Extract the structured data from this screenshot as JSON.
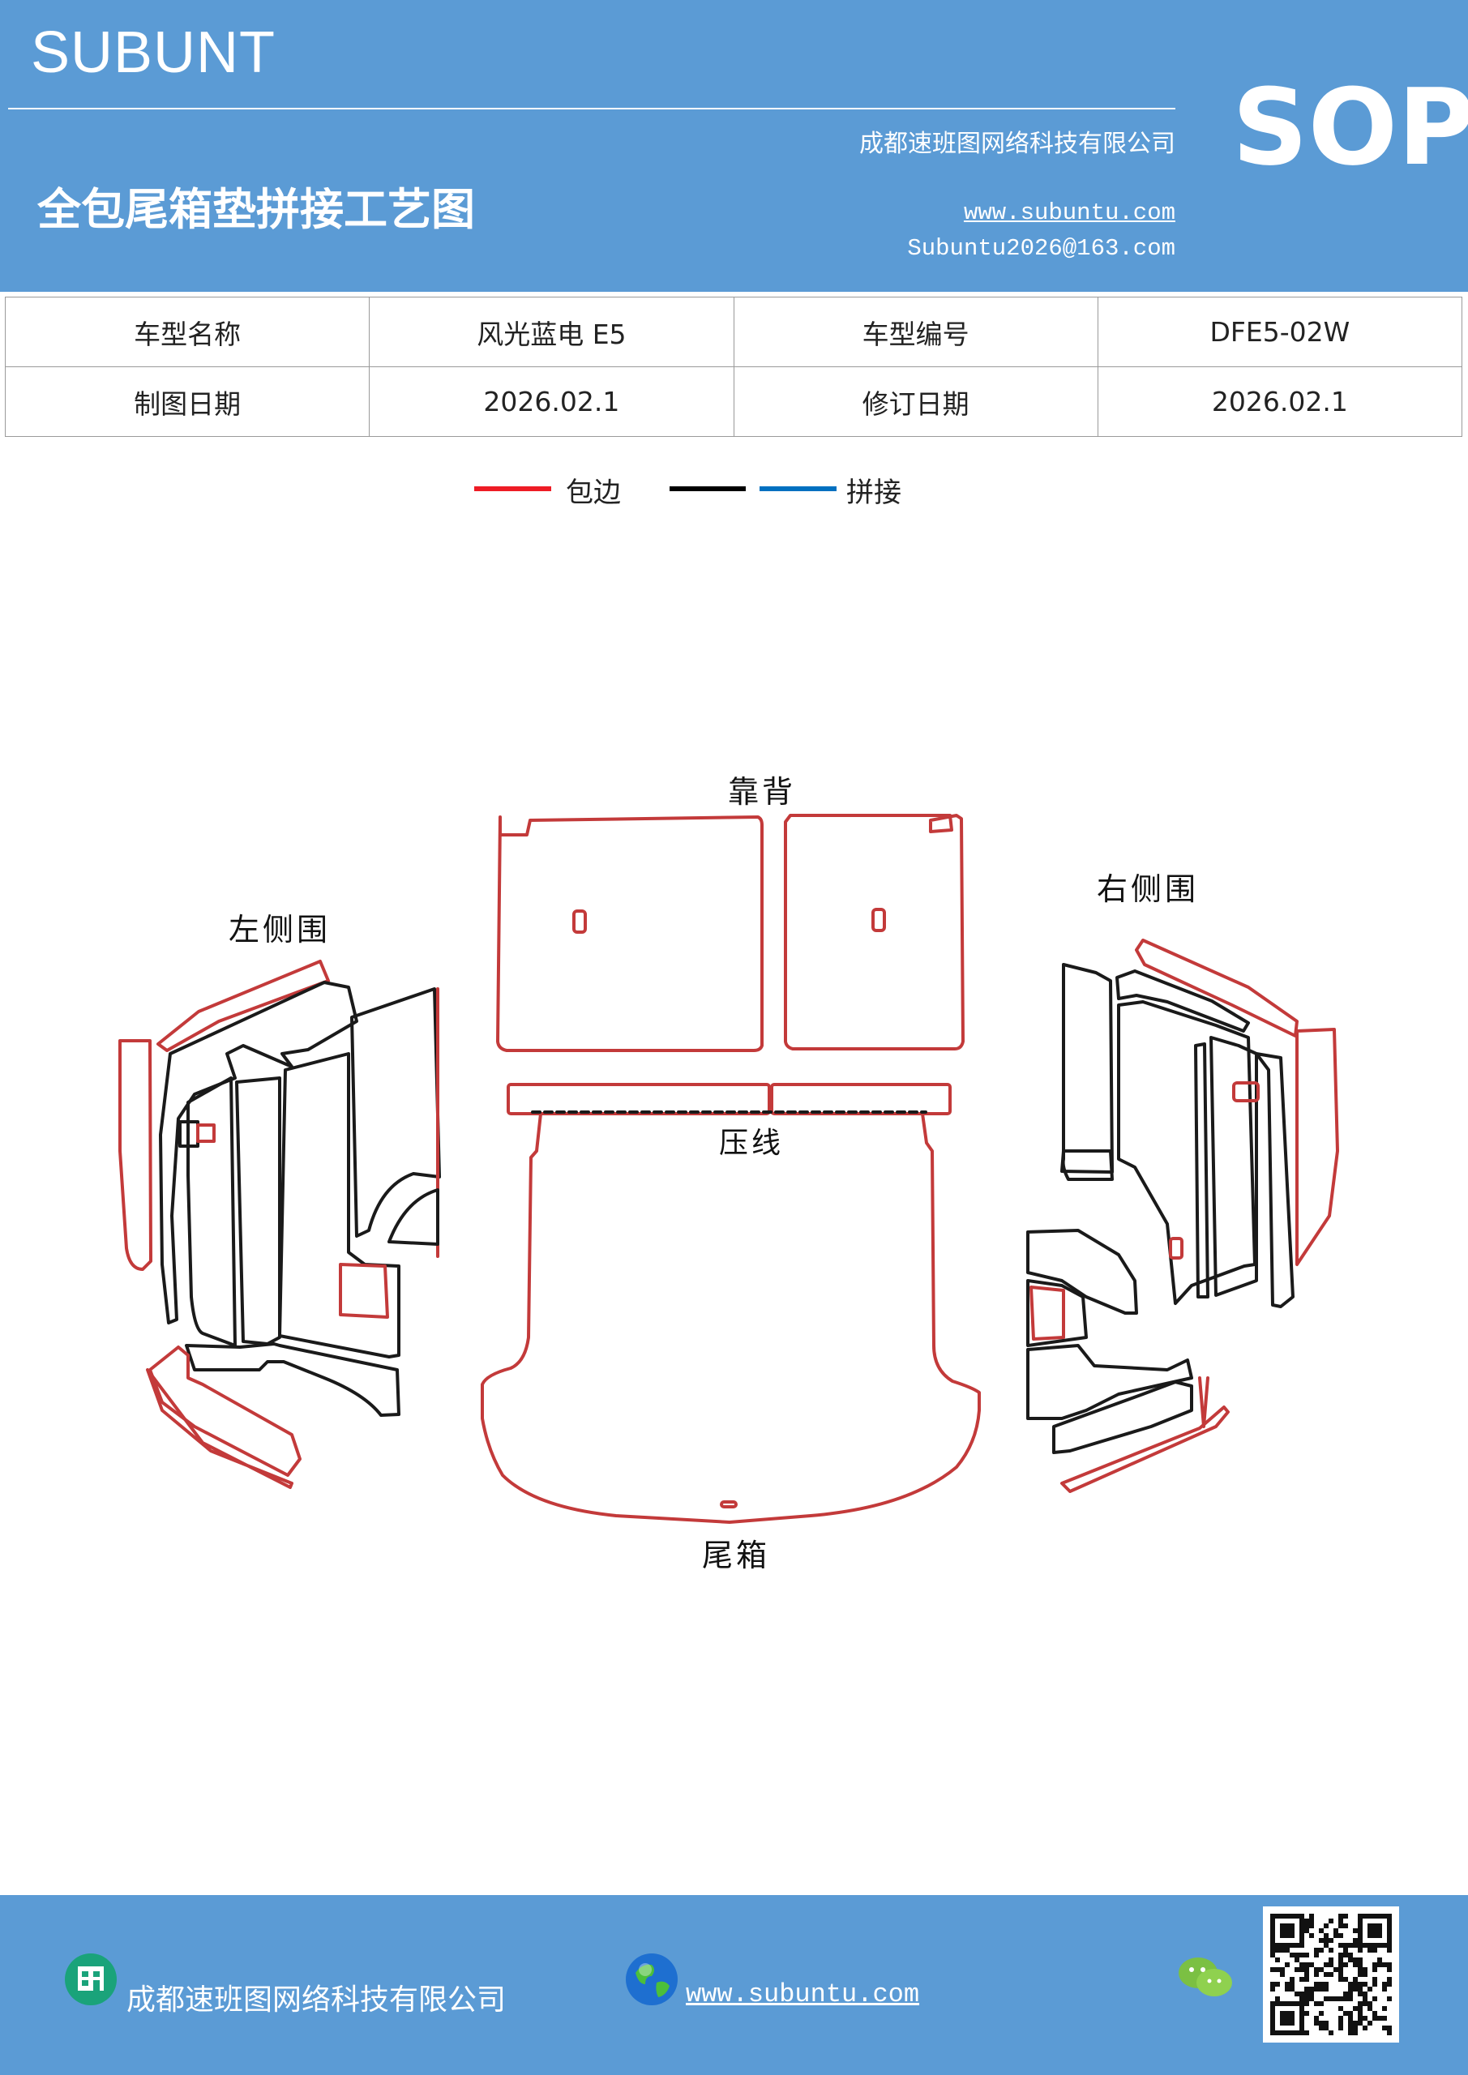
{
  "header": {
    "brand": "SUBUNT",
    "sop": "SOP",
    "company": "成都速班图网络科技有限公司",
    "title": "全包尾箱垫拼接工艺图",
    "website": "www.subuntu.com",
    "email": "Subuntu2026@163.com"
  },
  "info_table": [
    [
      {
        "text": "车型名称"
      },
      {
        "text": "风光蓝电 E5"
      },
      {
        "text": "车型编号"
      },
      {
        "text": "DFE5-02W"
      }
    ],
    [
      {
        "text": "制图日期"
      },
      {
        "text": "2026.02.1"
      },
      {
        "text": "修订日期"
      },
      {
        "text": "2026.02.1"
      }
    ]
  ],
  "legend": {
    "edge_label": "包边",
    "splice_label": "拼接",
    "colors": {
      "edge": "#ee1c25",
      "black": "#000000",
      "splice": "#0070c0"
    }
  },
  "drawing": {
    "label_backrest": "靠背",
    "label_left_side": "左侧围",
    "label_right_side": "右侧围",
    "label_crease": "压线",
    "label_trunk": "尾箱",
    "colors": {
      "edge": "#c33a3a",
      "outline": "#1a1a1a"
    }
  },
  "footer": {
    "company": "成都速班图网络科技有限公司",
    "website": "www.subuntu.com"
  }
}
